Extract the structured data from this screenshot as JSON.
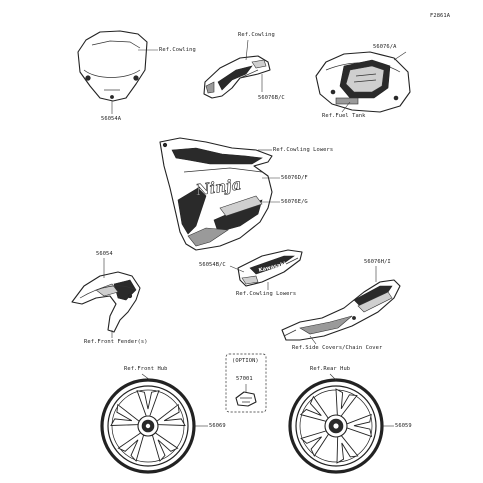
{
  "diagram_code": "F2861A",
  "labels": {
    "windshield_ref": "Ref.Cowling",
    "windshield_part": "56054A",
    "front_cowl_ref": "Ref.Cowling",
    "front_cowl_part": "56076B/C",
    "tank_part": "56076/A",
    "tank_ref": "Ref.Fuel Tank",
    "lowers_ref": "Ref.Cowling Lowers",
    "side_decal_a": "56076D/F",
    "side_decal_b": "56076E/G",
    "fender_part": "56054",
    "fender_ref": "Ref.Front Fender(s)",
    "lower_decal_part": "56054B/C",
    "lower_decal_ref": "Ref.Cowling Lowers",
    "side_cover_part": "56076H/I",
    "side_cover_ref": "Ref.Side Covers/Chain Cover",
    "option_title": "(OPTION)",
    "option_part": "57001",
    "front_hub_ref": "Ref.Front Hub",
    "front_hub_part": "56069",
    "rear_hub_ref": "Ref.Rear Hub",
    "rear_hub_part": "56059"
  },
  "decal_text": "Ninja",
  "brand_text": "Kawasaki"
}
